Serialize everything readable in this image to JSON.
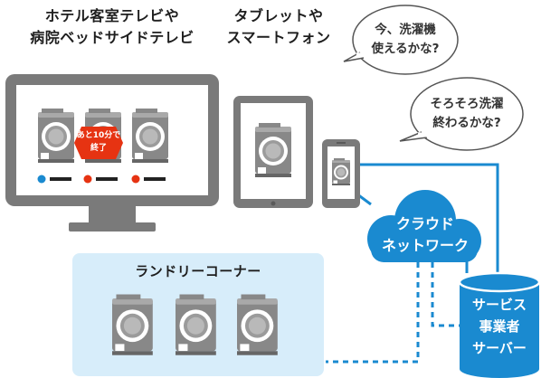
{
  "labels": {
    "hotel_tv": [
      "ホテル客室テレビや",
      "病院ベッドサイドテレビ"
    ],
    "tablet": [
      "タブレットや",
      "スマートフォン"
    ],
    "laundry_corner": "ランドリーコーナー",
    "cloud": [
      "クラウド",
      "ネットワーク"
    ],
    "server": [
      "サービス",
      "事業者",
      "サーバー"
    ]
  },
  "bubbles": {
    "now": [
      "今、洗濯機",
      "使えるかな?"
    ],
    "finish": [
      "そろそろ洗濯",
      "終わるかな?"
    ]
  },
  "tv_badge": [
    "あと10分で",
    "終了"
  ],
  "machine_status": [
    "available",
    "in-use",
    "in-use"
  ],
  "colors": {
    "accent_blue": "#1a8ad0",
    "status_blue": "#1a8ad0",
    "status_red": "#e63312",
    "laundry_panel": "#d7edfa",
    "device_gray": "#7a7a7a",
    "machine_gray": "#8c8c8c"
  }
}
